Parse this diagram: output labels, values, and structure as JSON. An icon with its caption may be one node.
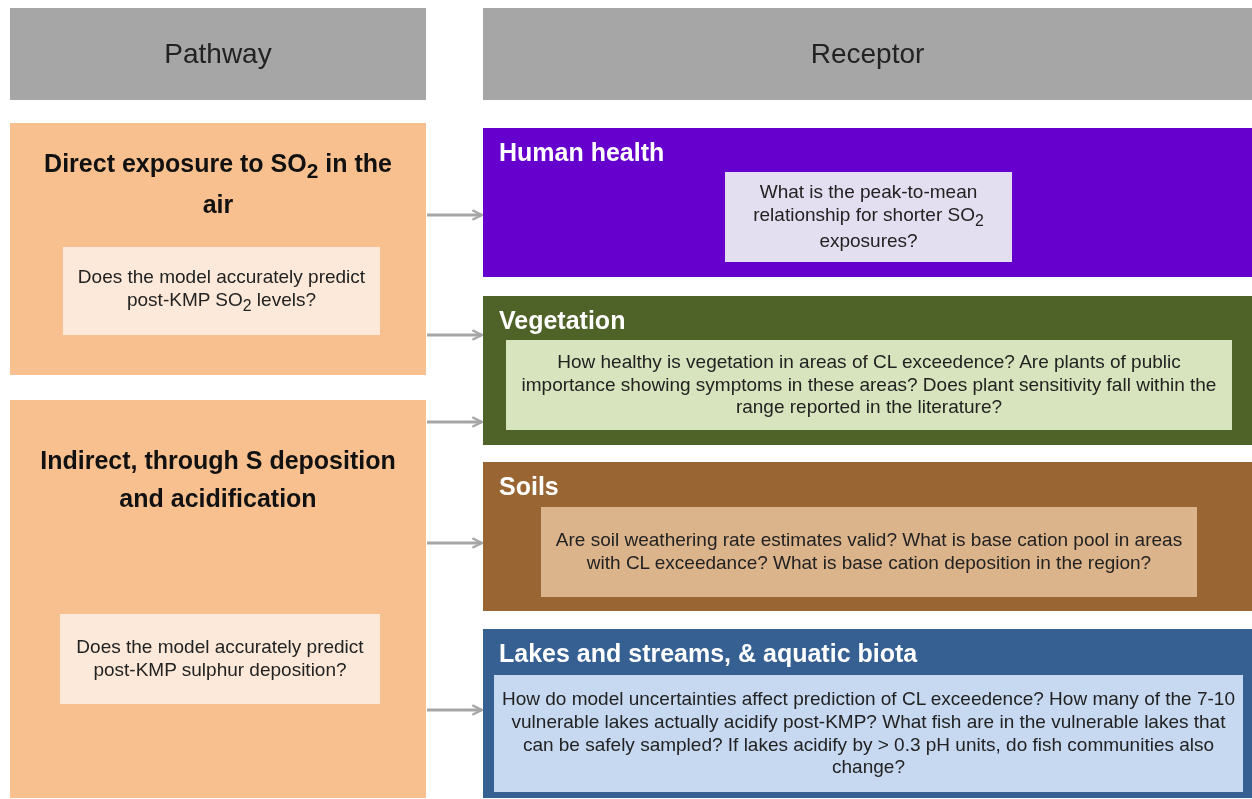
{
  "diagram": {
    "nodes": [
      {
        "text": [
          "Pathway"
        ]
      },
      {
        "text": [
          "Receptor"
        ]
      },
      {
        "text": [
          "Direct exposure to SO$_{2}$ in the air"
        ]
      },
      {
        "text": [
          "Does the model accurately predict post-KMP SO$_{2}$ levels?"
        ],
        "in": 2
      },
      {
        "text": [
          "Indirect, through S deposition and acidification"
        ]
      },
      {
        "text": [
          "Does the model accurately predict post-KMP sulphur deposition?"
        ],
        "in": 4
      },
      {
        "text": [
          "Human health"
        ]
      },
      {
        "text": [
          "What is the peak-to-mean relationship for shorter SO$_{2}$ exposures?"
        ],
        "in": 6
      },
      {
        "text": [
          "Vegetation"
        ]
      },
      {
        "text": [
          "How healthy is vegetation in areas of CL exceedence? Are plants of public importance showing symptoms in these areas? Does plant sensitivity fall within the range reported in the literature?"
        ],
        "in": 8
      },
      {
        "text": [
          "Soils"
        ]
      },
      {
        "text": [
          "Are soil weathering rate estimates valid? What is base cation pool in areas with CL exceedance? What is base cation deposition in the region?"
        ],
        "in": 10
      },
      {
        "text": [
          "Lakes and streams, & aquatic biota"
        ]
      },
      {
        "text": [
          "How do model uncertainties affect prediction of CL exceedence? How many of the 7-10 vulnerable lakes actually acidify post-KMP? What fish are in the vulnerable lakes that can be safely sampled? If lakes acidify by > 0.3 pH units, do fish communities also change?"
        ],
        "in": 12
      }
    ],
    "edges": [
      {
        "from": 2,
        "to": 6,
        "arrow": "to"
      },
      {
        "from": 2,
        "to": 8,
        "arrow": "to"
      },
      {
        "from": 4,
        "to": 8,
        "arrow": "to"
      },
      {
        "from": 4,
        "to": 10,
        "arrow": "to"
      },
      {
        "from": 4,
        "to": 12,
        "arrow": "to"
      }
    ]
  }
}
